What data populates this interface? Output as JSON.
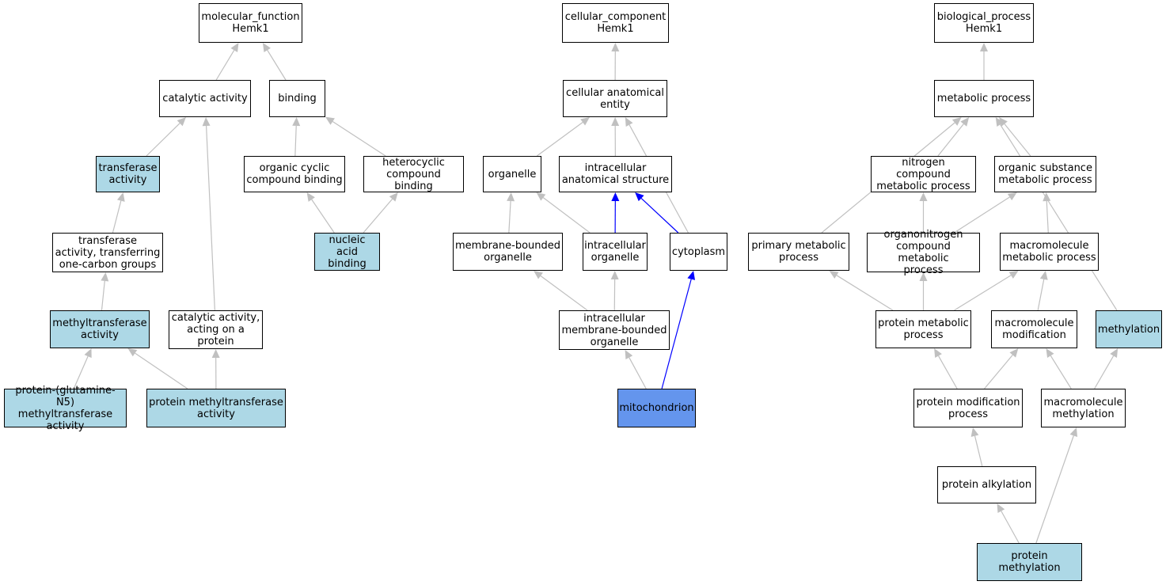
{
  "colors": {
    "default_fill": "#ffffff",
    "annotated_fill": "#add8e6",
    "focus_fill": "#6495ed",
    "edge_gray": "#c0c0c0",
    "edge_path": "#0000ff",
    "border": "#000000"
  },
  "nodes": [
    {
      "id": "mf_root",
      "label": "molecular_function\nHemk1",
      "fill": "default"
    },
    {
      "id": "catalytic",
      "label": "catalytic activity",
      "fill": "default"
    },
    {
      "id": "binding",
      "label": "binding",
      "fill": "default"
    },
    {
      "id": "transferase",
      "label": "transferase\nactivity",
      "fill": "annotated"
    },
    {
      "id": "organic_cyclic",
      "label": "organic cyclic\ncompound binding",
      "fill": "default"
    },
    {
      "id": "heterocyclic",
      "label": "heterocyclic\ncompound binding",
      "fill": "default"
    },
    {
      "id": "nucleic_acid",
      "label": "nucleic acid\nbinding",
      "fill": "annotated"
    },
    {
      "id": "transferase_onec",
      "label": "transferase\nactivity, transferring\none-carbon groups",
      "fill": "default"
    },
    {
      "id": "methyltransferase",
      "label": "methyltransferase\nactivity",
      "fill": "annotated"
    },
    {
      "id": "catalytic_protein",
      "label": "catalytic activity,\nacting on a\nprotein",
      "fill": "default"
    },
    {
      "id": "prot_glut",
      "label": "protein-(glutamine-N5)\nmethyltransferase\nactivity",
      "fill": "annotated"
    },
    {
      "id": "prot_mt",
      "label": "protein methyltransferase\nactivity",
      "fill": "annotated"
    },
    {
      "id": "cc_root",
      "label": "cellular_component\nHemk1",
      "fill": "default"
    },
    {
      "id": "cae",
      "label": "cellular anatomical\nentity",
      "fill": "default"
    },
    {
      "id": "organelle",
      "label": "organelle",
      "fill": "default"
    },
    {
      "id": "ias",
      "label": "intracellular\nanatomical structure",
      "fill": "default"
    },
    {
      "id": "mbo",
      "label": "membrane-bounded\norganelle",
      "fill": "default"
    },
    {
      "id": "io",
      "label": "intracellular\norganelle",
      "fill": "default"
    },
    {
      "id": "cytoplasm",
      "label": "cytoplasm",
      "fill": "default"
    },
    {
      "id": "imbo",
      "label": "intracellular\nmembrane-bounded\norganelle",
      "fill": "default"
    },
    {
      "id": "mito",
      "label": "mitochondrion",
      "fill": "focus"
    },
    {
      "id": "bp_root",
      "label": "biological_process\nHemk1",
      "fill": "default"
    },
    {
      "id": "metabolic",
      "label": "metabolic process",
      "fill": "default"
    },
    {
      "id": "ncmp",
      "label": "nitrogen compound\nmetabolic process",
      "fill": "default"
    },
    {
      "id": "osmp",
      "label": "organic substance\nmetabolic process",
      "fill": "default"
    },
    {
      "id": "pmp",
      "label": "primary metabolic\nprocess",
      "fill": "default"
    },
    {
      "id": "oncmp",
      "label": "organonitrogen\ncompound metabolic\nprocess",
      "fill": "default"
    },
    {
      "id": "mmp",
      "label": "macromolecule\nmetabolic process",
      "fill": "default"
    },
    {
      "id": "protmp",
      "label": "protein metabolic\nprocess",
      "fill": "default"
    },
    {
      "id": "mmod",
      "label": "macromolecule\nmodification",
      "fill": "default"
    },
    {
      "id": "methylation",
      "label": "methylation",
      "fill": "annotated"
    },
    {
      "id": "pmod",
      "label": "protein modification\nprocess",
      "fill": "default"
    },
    {
      "id": "mmeth",
      "label": "macromolecule\nmethylation",
      "fill": "default"
    },
    {
      "id": "palk",
      "label": "protein alkylation",
      "fill": "default"
    },
    {
      "id": "pmeth",
      "label": "protein methylation",
      "fill": "annotated"
    }
  ],
  "edges": [
    {
      "from": "catalytic",
      "to": "mf_root",
      "color": "gray"
    },
    {
      "from": "binding",
      "to": "mf_root",
      "color": "gray"
    },
    {
      "from": "transferase",
      "to": "catalytic",
      "color": "gray"
    },
    {
      "from": "catalytic_protein",
      "to": "catalytic",
      "color": "gray"
    },
    {
      "from": "organic_cyclic",
      "to": "binding",
      "color": "gray"
    },
    {
      "from": "heterocyclic",
      "to": "binding",
      "color": "gray"
    },
    {
      "from": "nucleic_acid",
      "to": "organic_cyclic",
      "color": "gray"
    },
    {
      "from": "nucleic_acid",
      "to": "heterocyclic",
      "color": "gray"
    },
    {
      "from": "transferase_onec",
      "to": "transferase",
      "color": "gray"
    },
    {
      "from": "methyltransferase",
      "to": "transferase_onec",
      "color": "gray"
    },
    {
      "from": "prot_glut",
      "to": "methyltransferase",
      "color": "gray"
    },
    {
      "from": "prot_mt",
      "to": "methyltransferase",
      "color": "gray"
    },
    {
      "from": "prot_mt",
      "to": "catalytic_protein",
      "color": "gray"
    },
    {
      "from": "cae",
      "to": "cc_root",
      "color": "gray"
    },
    {
      "from": "organelle",
      "to": "cae",
      "color": "gray"
    },
    {
      "from": "ias",
      "to": "cae",
      "color": "gray"
    },
    {
      "from": "cytoplasm",
      "to": "cae",
      "color": "gray"
    },
    {
      "from": "mbo",
      "to": "organelle",
      "color": "gray"
    },
    {
      "from": "io",
      "to": "organelle",
      "color": "gray"
    },
    {
      "from": "io",
      "to": "ias",
      "color": "blue"
    },
    {
      "from": "cytoplasm",
      "to": "ias",
      "color": "blue"
    },
    {
      "from": "imbo",
      "to": "mbo",
      "color": "gray"
    },
    {
      "from": "imbo",
      "to": "io",
      "color": "gray"
    },
    {
      "from": "mito",
      "to": "imbo",
      "color": "gray"
    },
    {
      "from": "mito",
      "to": "cytoplasm",
      "color": "blue"
    },
    {
      "from": "metabolic",
      "to": "bp_root",
      "color": "gray"
    },
    {
      "from": "ncmp",
      "to": "metabolic",
      "color": "gray"
    },
    {
      "from": "osmp",
      "to": "metabolic",
      "color": "gray"
    },
    {
      "from": "pmp",
      "to": "metabolic",
      "color": "gray"
    },
    {
      "from": "methylation",
      "to": "metabolic",
      "color": "gray"
    },
    {
      "from": "oncmp",
      "to": "ncmp",
      "color": "gray"
    },
    {
      "from": "oncmp",
      "to": "osmp",
      "color": "gray"
    },
    {
      "from": "mmp",
      "to": "osmp",
      "color": "gray"
    },
    {
      "from": "protmp",
      "to": "pmp",
      "color": "gray"
    },
    {
      "from": "protmp",
      "to": "oncmp",
      "color": "gray"
    },
    {
      "from": "protmp",
      "to": "mmp",
      "color": "gray"
    },
    {
      "from": "mmod",
      "to": "mmp",
      "color": "gray"
    },
    {
      "from": "pmod",
      "to": "protmp",
      "color": "gray"
    },
    {
      "from": "pmod",
      "to": "mmod",
      "color": "gray"
    },
    {
      "from": "mmeth",
      "to": "mmod",
      "color": "gray"
    },
    {
      "from": "mmeth",
      "to": "methylation",
      "color": "gray"
    },
    {
      "from": "palk",
      "to": "pmod",
      "color": "gray"
    },
    {
      "from": "pmeth",
      "to": "palk",
      "color": "gray"
    },
    {
      "from": "pmeth",
      "to": "mmeth",
      "color": "gray"
    }
  ]
}
